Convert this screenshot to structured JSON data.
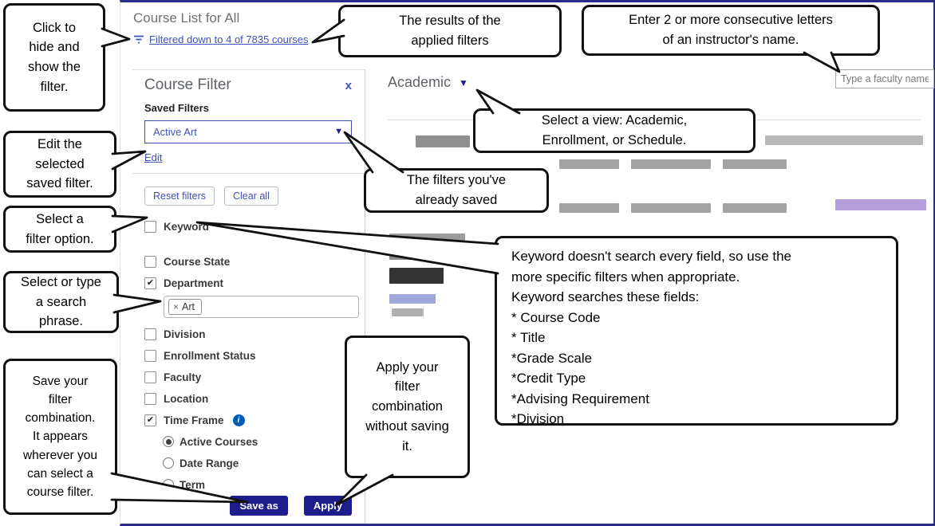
{
  "header": {
    "title": "Course List for All",
    "filtered_link": "Filtered down to 4 of 7835 courses"
  },
  "filter_panel": {
    "title": "Course Filter",
    "close": "x",
    "saved_filters_label": "Saved Filters",
    "saved_filter_value": "Active Art",
    "edit_link": "Edit",
    "reset_button": "Reset filters",
    "clear_button": "Clear all",
    "options": [
      {
        "label": "Keyword",
        "checked": false
      },
      {
        "label": "Course State",
        "checked": false
      },
      {
        "label": "Department",
        "checked": true
      },
      {
        "label": "Division",
        "checked": false
      },
      {
        "label": "Enrollment Status",
        "checked": false
      },
      {
        "label": "Faculty",
        "checked": false
      },
      {
        "label": "Location",
        "checked": false
      },
      {
        "label": "Time Frame",
        "checked": true
      }
    ],
    "department_tag": "Art",
    "time_frame_radios": [
      {
        "label": "Active Courses",
        "selected": true
      },
      {
        "label": "Date Range",
        "selected": false
      },
      {
        "label": "Term",
        "selected": false
      }
    ],
    "save_as_button": "Save as",
    "apply_button": "Apply"
  },
  "results": {
    "view_selector": "Academic",
    "faculty_placeholder": "Type a faculty name"
  },
  "callouts": {
    "hide_filter": "Click to\nhide and\nshow the\nfilter.",
    "results_of_filters": "The results of the\napplied filters",
    "instructor_letters": "Enter 2 or more consecutive letters\nof an instructor's name.",
    "edit_saved": "Edit the\nselected\nsaved filter.",
    "select_view": "Select a view: Academic,\nEnrollment, or Schedule.",
    "saved_filters": "The filters you've\nalready saved",
    "filter_option": "Select a\nfilter option.",
    "search_phrase": "Select or type\na search\nphrase.",
    "keyword_details": "Keyword doesn't search every field, so use the\nmore specific filters when appropriate.\nKeyword searches these fields:\n* Course Code\n* Title\n*Grade Scale\n*Credit Type\n*Advising Requirement\n*Division",
    "save_filter": "Save your\nfilter\ncombination.\nIt appears\nwherever you\ncan select a\ncourse filter.",
    "apply_filter": "Apply your\nfilter\ncombination\nwithout saving\nit."
  },
  "icons": {
    "caret_down": "▼",
    "check": "✔",
    "remove_tag": "×",
    "info": "i"
  },
  "colors": {
    "accent_link": "#3f51b5",
    "primary_button": "#1d1d8c",
    "window_border": "#2b2b8c",
    "info_badge": "#005cb9"
  }
}
